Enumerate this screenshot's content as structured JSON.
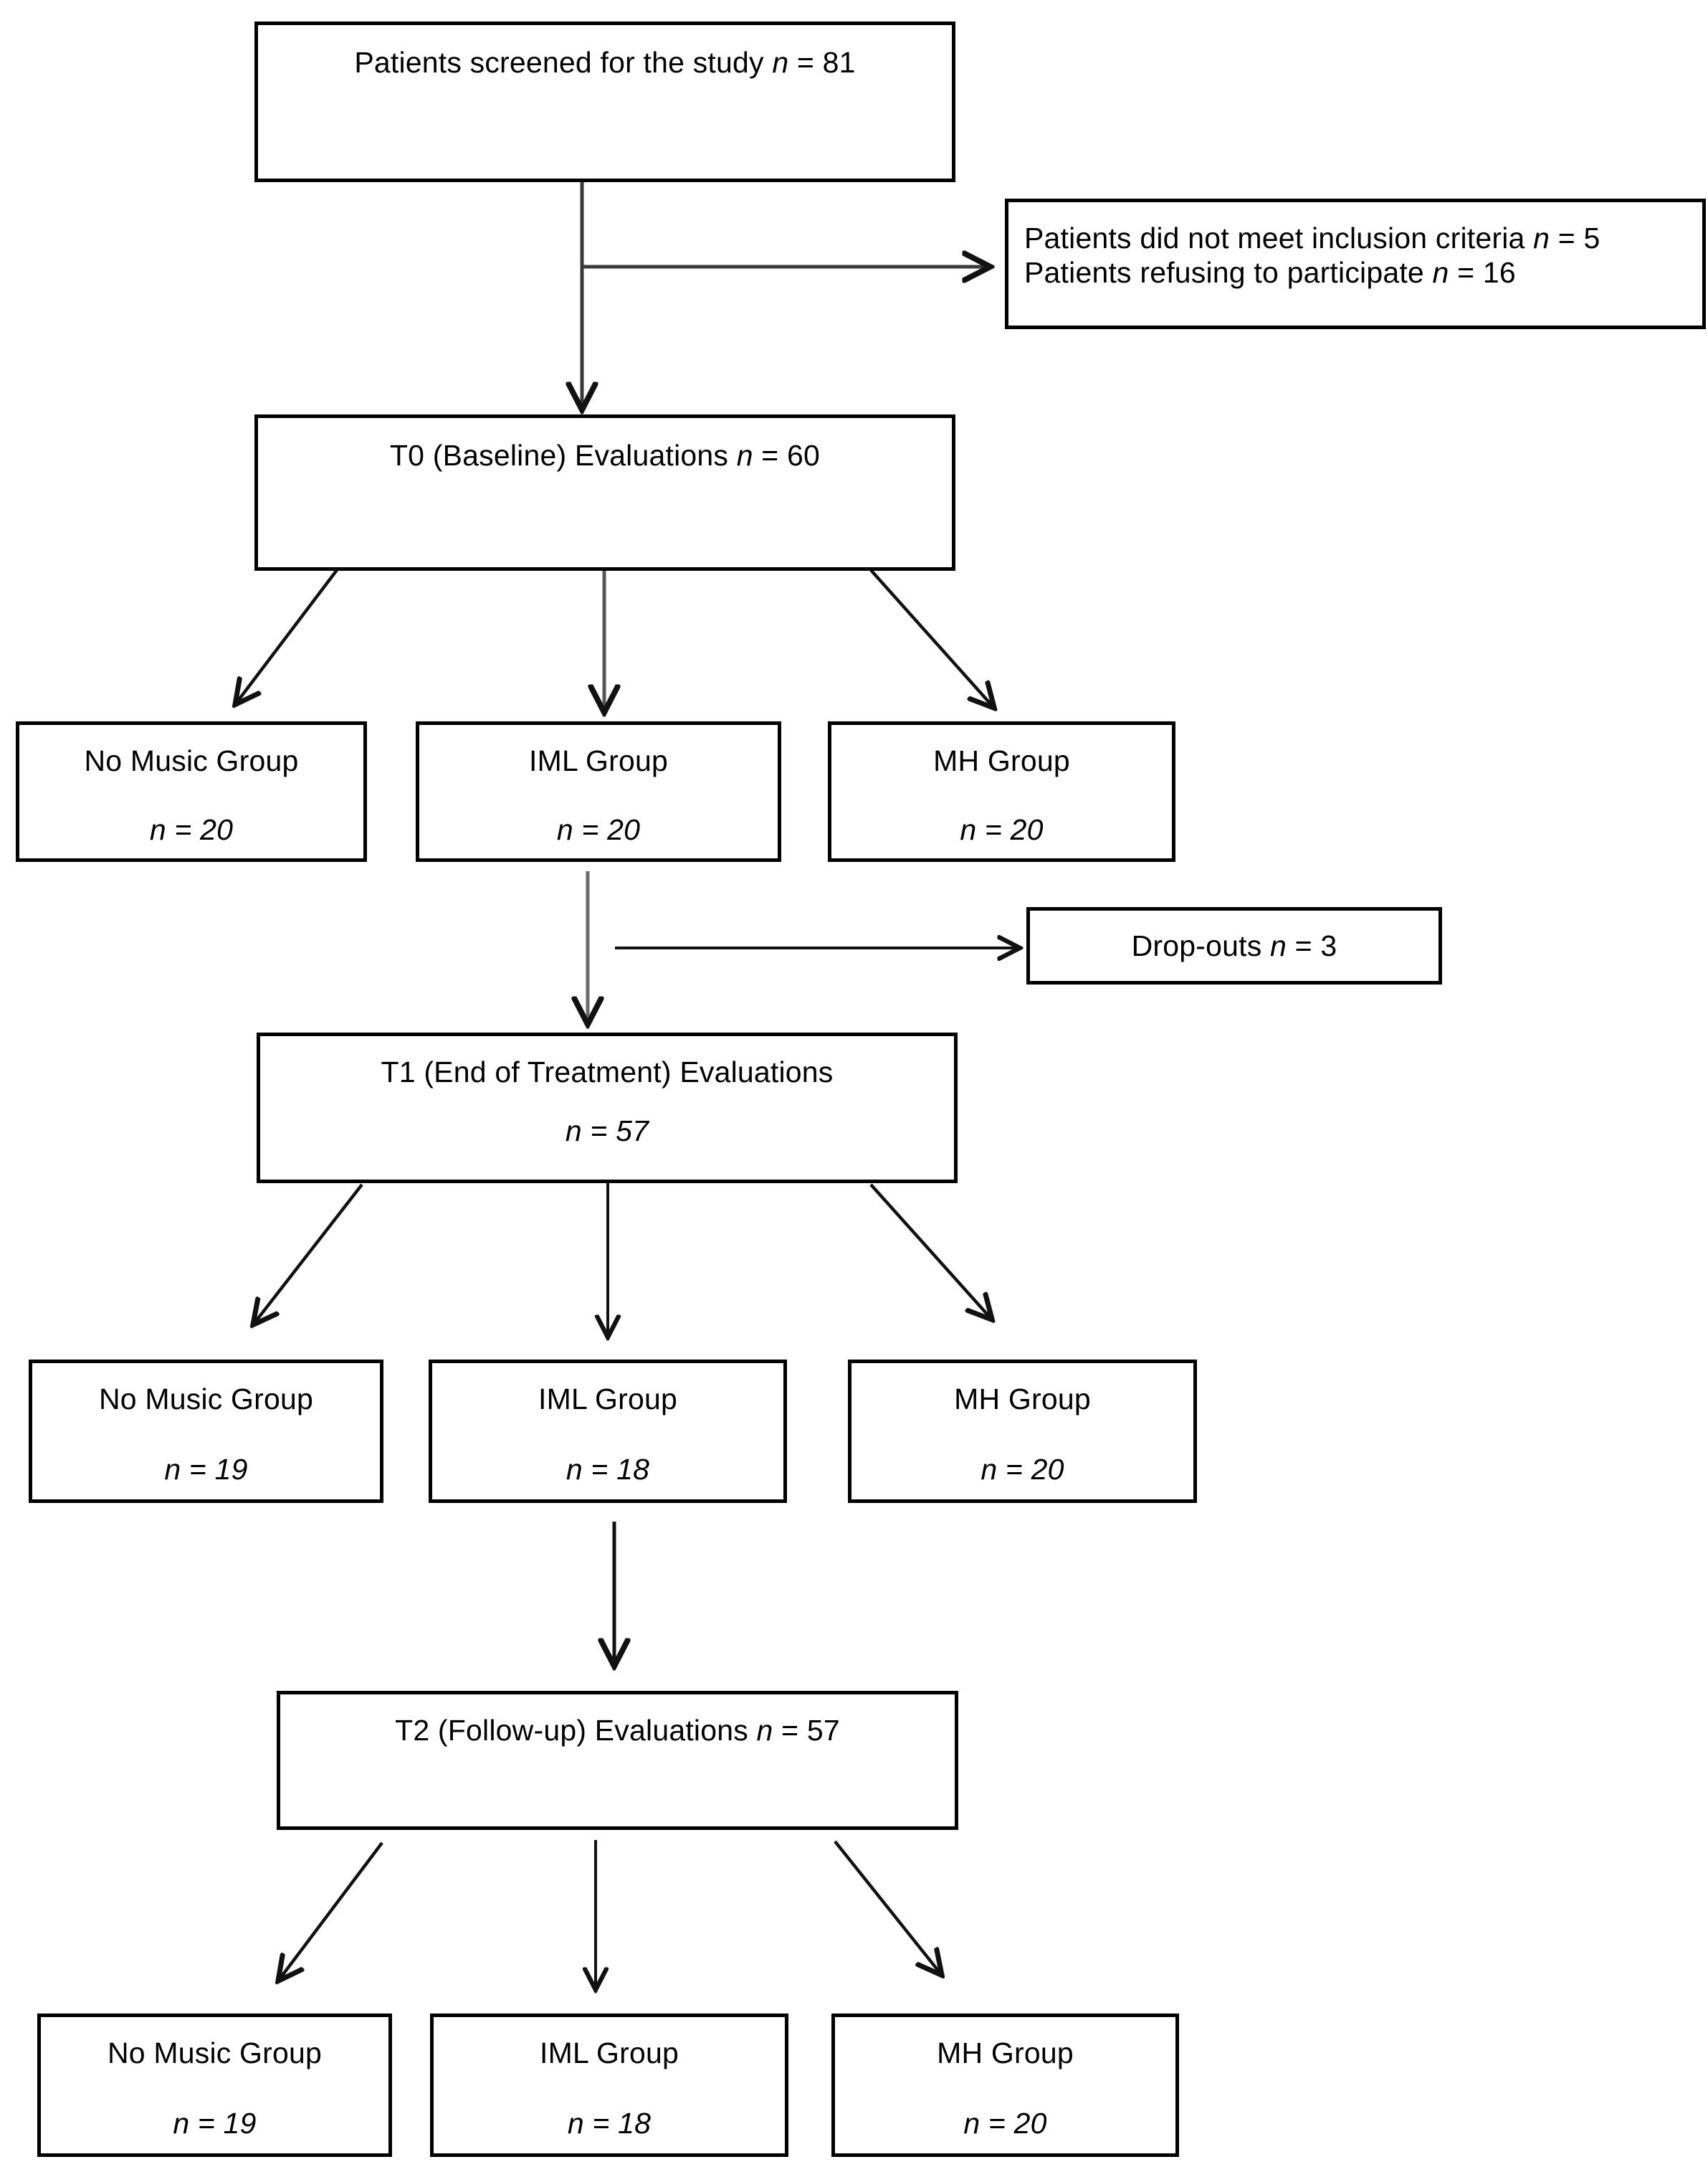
{
  "diagram": {
    "title": "CONSORT participant flow diagram",
    "stroke_color": "#000000",
    "background_color": "#ffffff",
    "nodes": {
      "screened": {
        "lines": [
          "Patients screened for the study n = 81"
        ]
      },
      "excluded": {
        "line1": "Patients did not meet inclusion criteria n = 5",
        "line2": "Patients refusing to participate n = 16"
      },
      "t0": {
        "lines": [
          "T0 (Baseline) Evaluations n = 60"
        ]
      },
      "t0_no_music": {
        "label": "No Music Group",
        "count": "n = 20"
      },
      "t0_iml": {
        "label": "IML Group",
        "count": "n = 20"
      },
      "t0_mh": {
        "label": "MH Group",
        "count": "n = 20"
      },
      "dropouts": {
        "lines": [
          "Drop-outs n = 3"
        ]
      },
      "t1": {
        "line1": "T1 (End of Treatment) Evaluations",
        "line2": "n = 57"
      },
      "t1_no_music": {
        "label": "No Music Group",
        "count": "n = 19"
      },
      "t1_iml": {
        "label": "IML Group",
        "count": "n = 18"
      },
      "t1_mh": {
        "label": "MH Group",
        "count": "n = 20"
      },
      "t2": {
        "lines": [
          "T2 (Follow-up) Evaluations n = 57"
        ]
      },
      "t2_no_music": {
        "label": "No Music Group",
        "count": "n = 19"
      },
      "t2_iml": {
        "label": "IML Group",
        "count": "n = 18"
      },
      "t2_mh": {
        "label": "MH Group",
        "count": "n = 20"
      }
    }
  }
}
